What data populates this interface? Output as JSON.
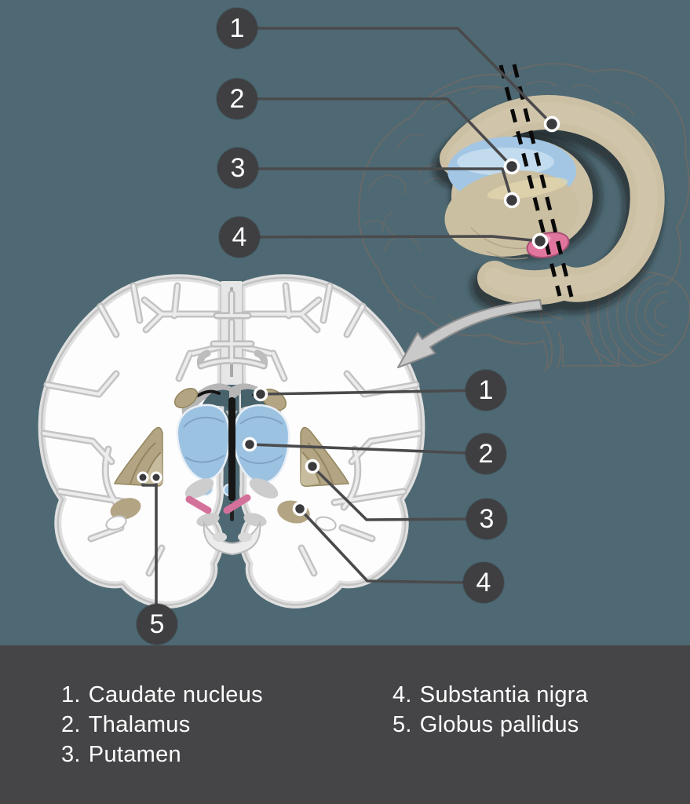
{
  "colors": {
    "background": "#4e6973",
    "legend_band": "#454547",
    "badge": "#3f3f41",
    "leader_line": "#4a4a4c",
    "caudate_tan": "#cbbfa4",
    "thalamus_blue": "#a2c6e4",
    "substantia_nigra_pink": "#e0769e",
    "coronal_structure_tan": "#b3a584",
    "coronal_pink_strip": "#d4719b",
    "brain_white": "#fdfdfd"
  },
  "markers": {
    "sagittal": [
      "1",
      "2",
      "3",
      "4"
    ],
    "coronal": [
      "1",
      "2",
      "3",
      "4",
      "5"
    ]
  },
  "legend": {
    "column1": [
      {
        "num": "1.",
        "name": "Caudate nucleus"
      },
      {
        "num": "2.",
        "name": "Thalamus"
      },
      {
        "num": "3.",
        "name": "Putamen"
      }
    ],
    "column2": [
      {
        "num": "4.",
        "name": "Substantia nigra"
      },
      {
        "num": "5.",
        "name": "Globus pallidus"
      }
    ]
  }
}
